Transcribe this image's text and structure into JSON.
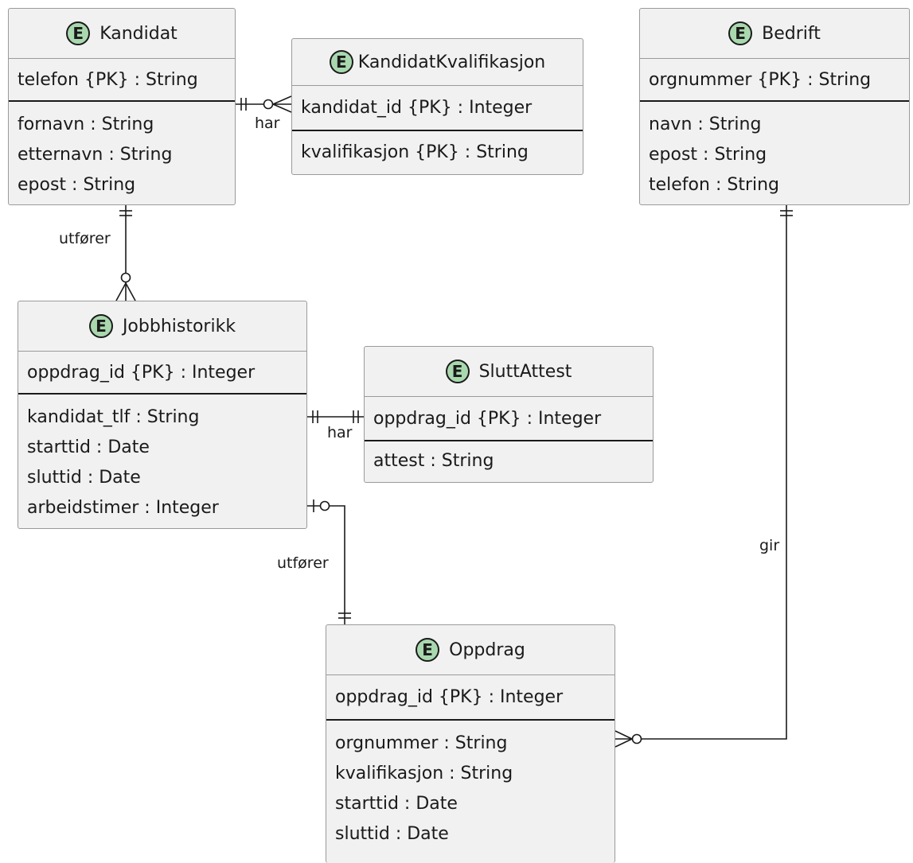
{
  "entities": {
    "kandidat": {
      "badge": "E",
      "name": "Kandidat",
      "pk": "telefon {PK} : String",
      "attributes": [
        "fornavn : String",
        "etternavn : String",
        "epost : String"
      ]
    },
    "kandidatKvalifikasjon": {
      "badge": "E",
      "name": "KandidatKvalifikasjon",
      "pk": "kandidat_id {PK} : Integer",
      "attributes": [
        "kvalifikasjon {PK} : String"
      ]
    },
    "bedrift": {
      "badge": "E",
      "name": "Bedrift",
      "pk": "orgnummer {PK} : String",
      "attributes": [
        "navn : String",
        "epost : String",
        "telefon : String"
      ]
    },
    "jobbhistorikk": {
      "badge": "E",
      "name": "Jobbhistorikk",
      "pk": "oppdrag_id {PK} : Integer",
      "attributes": [
        "kandidat_tlf : String",
        "starttid : Date",
        "sluttid : Date",
        "arbeidstimer : Integer"
      ]
    },
    "sluttAttest": {
      "badge": "E",
      "name": "SluttAttest",
      "pk": "oppdrag_id {PK} : Integer",
      "attributes": [
        "attest : String"
      ]
    },
    "oppdrag": {
      "badge": "E",
      "name": "Oppdrag",
      "pk": "oppdrag_id {PK} : Integer",
      "attributes": [
        "orgnummer : String",
        "kvalifikasjon : String",
        "starttid : Date",
        "sluttid : Date"
      ]
    }
  },
  "relations": {
    "kandidat_kvalifikasjon": "har",
    "kandidat_jobbhistorikk": "utfører",
    "jobbhistorikk_sluttattest": "har",
    "jobbhistorikk_oppdrag": "utfører",
    "bedrift_oppdrag": "gir"
  },
  "colors": {
    "entity_fill": "#f1f1f1",
    "entity_border": "#9a9a9a",
    "badge_fill": "#a9d8ae",
    "line": "#1a1a1a"
  }
}
